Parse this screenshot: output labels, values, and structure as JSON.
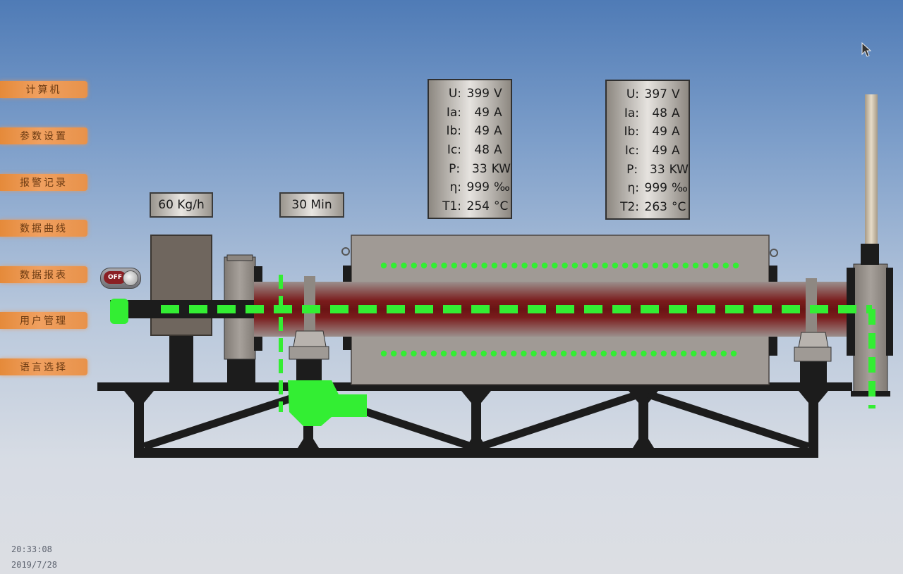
{
  "menu": {
    "items": [
      {
        "label": "计算机"
      },
      {
        "label": "参数设置"
      },
      {
        "label": "报警记录"
      },
      {
        "label": "数据曲线"
      },
      {
        "label": "数据报表"
      },
      {
        "label": "用户管理"
      },
      {
        "label": "语言选择"
      }
    ]
  },
  "feed_rate": "60 Kg/h",
  "dwell_time": "30 Min",
  "toggle": {
    "label": "OFF"
  },
  "panel1": {
    "rows": [
      {
        "k": "U:",
        "v": "399",
        "u": "V"
      },
      {
        "k": "Ia:",
        "v": "49",
        "u": "A"
      },
      {
        "k": "Ib:",
        "v": "49",
        "u": "A"
      },
      {
        "k": "Ic:",
        "v": "48",
        "u": "A"
      },
      {
        "k": "P:",
        "v": "33",
        "u": "KW"
      },
      {
        "k": "η:",
        "v": "999",
        "u": "‰"
      },
      {
        "k": "T1:",
        "v": "254",
        "u": "°C"
      }
    ]
  },
  "panel2": {
    "rows": [
      {
        "k": "U:",
        "v": "397",
        "u": "V"
      },
      {
        "k": "Ia:",
        "v": "48",
        "u": "A"
      },
      {
        "k": "Ib:",
        "v": "49",
        "u": "A"
      },
      {
        "k": "Ic:",
        "v": "49",
        "u": "A"
      },
      {
        "k": "P:",
        "v": "33",
        "u": "KW"
      },
      {
        "k": "η:",
        "v": "999",
        "u": "‰"
      },
      {
        "k": "T2:",
        "v": "263",
        "u": "°C"
      }
    ]
  },
  "status": {
    "time": "20:33:08",
    "date": "2019/7/28"
  },
  "colors": {
    "accent": "#f0a060",
    "flow": "#33ee33",
    "tube": "#8a2a2a",
    "frame": "#1c1c1c"
  }
}
